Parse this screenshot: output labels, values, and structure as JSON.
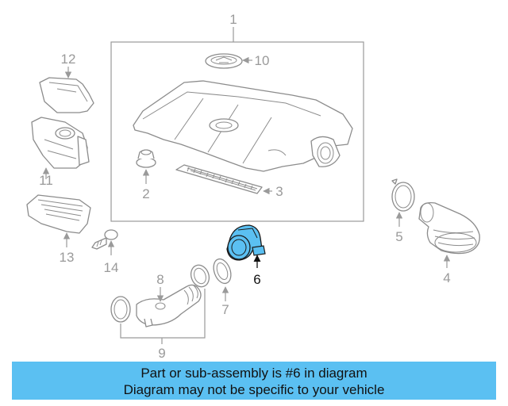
{
  "callouts": {
    "c1": "1",
    "c2": "2",
    "c3": "3",
    "c4": "4",
    "c5": "5",
    "c6": "6",
    "c7": "7",
    "c8": "8",
    "c9": "9",
    "c10": "10",
    "c11": "11",
    "c12": "12",
    "c13": "13",
    "c14": "14"
  },
  "highlight": {
    "part": "6",
    "color": "#5bc0f2"
  },
  "banner": {
    "line1": "Part or sub-assembly is #6 in diagram",
    "line2": "Diagram may not be specific to your vehicle",
    "color": "#5bc0f2"
  }
}
